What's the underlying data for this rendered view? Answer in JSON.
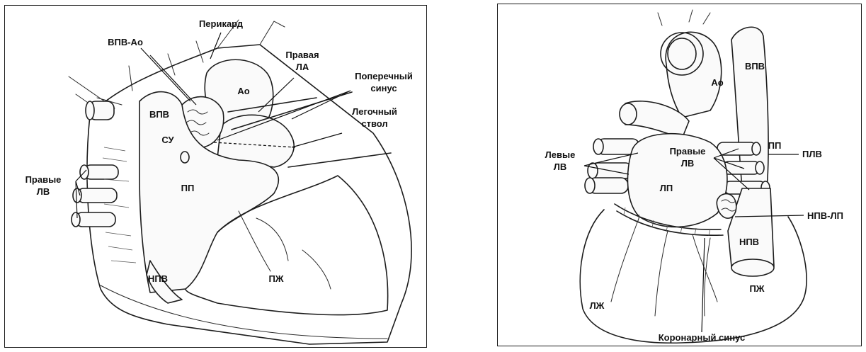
{
  "left_panel": {
    "labels": {
      "pericardium": "Перикард",
      "svc_ao": "ВПВ-Ао",
      "right_pa": [
        "Правая",
        "ЛА"
      ],
      "ao": "Ао",
      "transverse_sinus": [
        "Поперечный",
        "синус"
      ],
      "pulmonary_trunk": [
        "Легочный",
        "ствол"
      ],
      "svc": "ВПВ",
      "sinus_node": "СУ",
      "right_pv": [
        "Правые",
        "ЛВ"
      ],
      "ra": "ПП",
      "ivc": "НПВ",
      "rv": "ПЖ"
    }
  },
  "right_panel": {
    "labels": {
      "ao": "Ао",
      "svc": "ВПВ",
      "ra": "ПП",
      "left_pv": [
        "Левые",
        "ЛВ"
      ],
      "right_pv": [
        "Правые",
        "ЛВ"
      ],
      "rpv": "ПЛВ",
      "la": "ЛП",
      "ivc_la": "НПВ-ЛП",
      "ivc": "НПВ",
      "rv": "ПЖ",
      "lv": "ЛЖ",
      "coronary_sinus": "Коронарный синус"
    }
  }
}
